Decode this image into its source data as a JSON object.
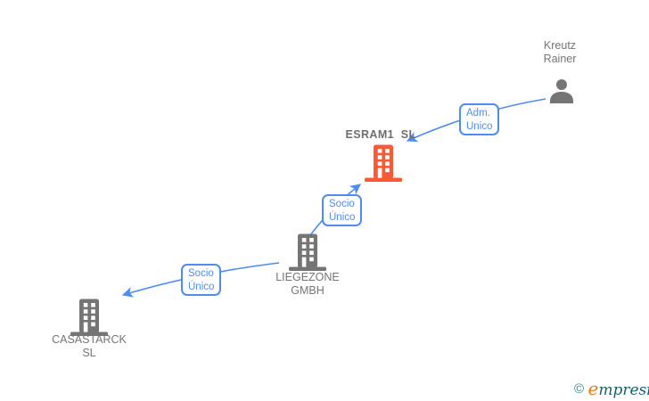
{
  "diagram": {
    "nodes": [
      {
        "id": "kreutz-rainer",
        "type": "person",
        "label_line1": "Kreutz",
        "label_line2": "Rainer",
        "color": "#757575"
      },
      {
        "id": "esram1-sl",
        "type": "company",
        "label": "ESRAM1  SL",
        "highlighted": true,
        "color": "#f95a35"
      },
      {
        "id": "liegezone-gmbh",
        "type": "company",
        "label_line1": "LIEGEZONE",
        "label_line2": "GMBH",
        "color": "#757575"
      },
      {
        "id": "casastarck-sl",
        "type": "company",
        "label_line1": "CASASTARCK",
        "label_line2": "SL",
        "color": "#757575"
      }
    ],
    "edges": [
      {
        "from": "kreutz-rainer",
        "to": "esram1-sl",
        "label_line1": "Adm.",
        "label_line2": "Unico"
      },
      {
        "from": "liegezone-gmbh",
        "to": "esram1-sl",
        "label_line1": "Socio",
        "label_line2": "Único"
      },
      {
        "from": "liegezone-gmbh",
        "to": "casastarck-sl",
        "label_line1": "Socio",
        "label_line2": "Único"
      }
    ]
  },
  "colors": {
    "edge_blue": "#4e8cf0",
    "node_gray": "#757575",
    "highlight_orange": "#f95a35",
    "logo_teal": "#19606f",
    "logo_orange": "#ee7b18"
  },
  "footer": {
    "copyright_symbol": "©",
    "brand_first_letter": "e",
    "brand_rest": "mpresia"
  }
}
